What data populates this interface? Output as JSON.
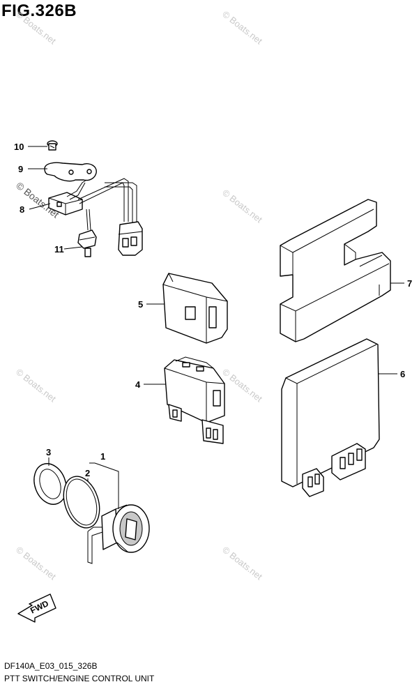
{
  "figure_title": "FIG.326B",
  "footer": {
    "code": "DF140A_E03_015_326B",
    "description": "PTT SWITCH/ENGINE CONTROL UNIT"
  },
  "watermark": "© Boats.net",
  "fwd_label": "FWD",
  "callouts": {
    "c1": "1",
    "c2": "2",
    "c3": "3",
    "c4": "4",
    "c5": "5",
    "c6": "6",
    "c7": "7",
    "c8": "8",
    "c9": "9",
    "c10": "10",
    "c11": "11"
  }
}
